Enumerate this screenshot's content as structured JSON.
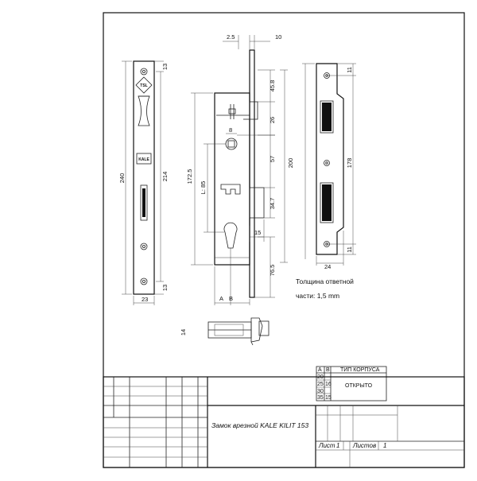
{
  "front_view": {
    "logo_tsl": "TSL",
    "logo_kale": "KALE",
    "dim_240": "240",
    "dim_214": "214",
    "dim_13_top": "13",
    "dim_13_bot": "13",
    "dim_23": "23"
  },
  "side_view": {
    "dim_2_5": "2.5",
    "dim_10": "10",
    "dim_45_8": "45.8",
    "dim_8": "8",
    "dim_26": "26",
    "dim_57": "57",
    "dim_172_5": "172.5",
    "dim_l85": "L: 85",
    "dim_200": "200",
    "dim_34_7": "34.7",
    "dim_15": "15",
    "dim_76_5": "76.5",
    "label_a": "A",
    "label_b": "B"
  },
  "strike_plate": {
    "dim_11_top": "11",
    "dim_178": "178",
    "dim_11_bot": "11",
    "dim_24": "24",
    "note_line1": "Толщина ответной",
    "note_line2": "части: 1,5 mm"
  },
  "bottom_view": {
    "dim_14": "14"
  },
  "spec_table": {
    "col_a": "A",
    "col_b": "B",
    "col_type": "ТИП КОРПУСА",
    "rows": [
      {
        "a": "20",
        "b": ""
      },
      {
        "a": "25",
        "b": "16"
      },
      {
        "a": "30",
        "b": ""
      },
      {
        "a": "35",
        "b": "15"
      }
    ],
    "type_value": "ОТКРЫТО"
  },
  "title_block": {
    "title": "Замок врезной KALE KILIT 153",
    "sheet": "Лист",
    "sheet_no": "1",
    "sheets": "Листов",
    "sheets_no": "1"
  }
}
